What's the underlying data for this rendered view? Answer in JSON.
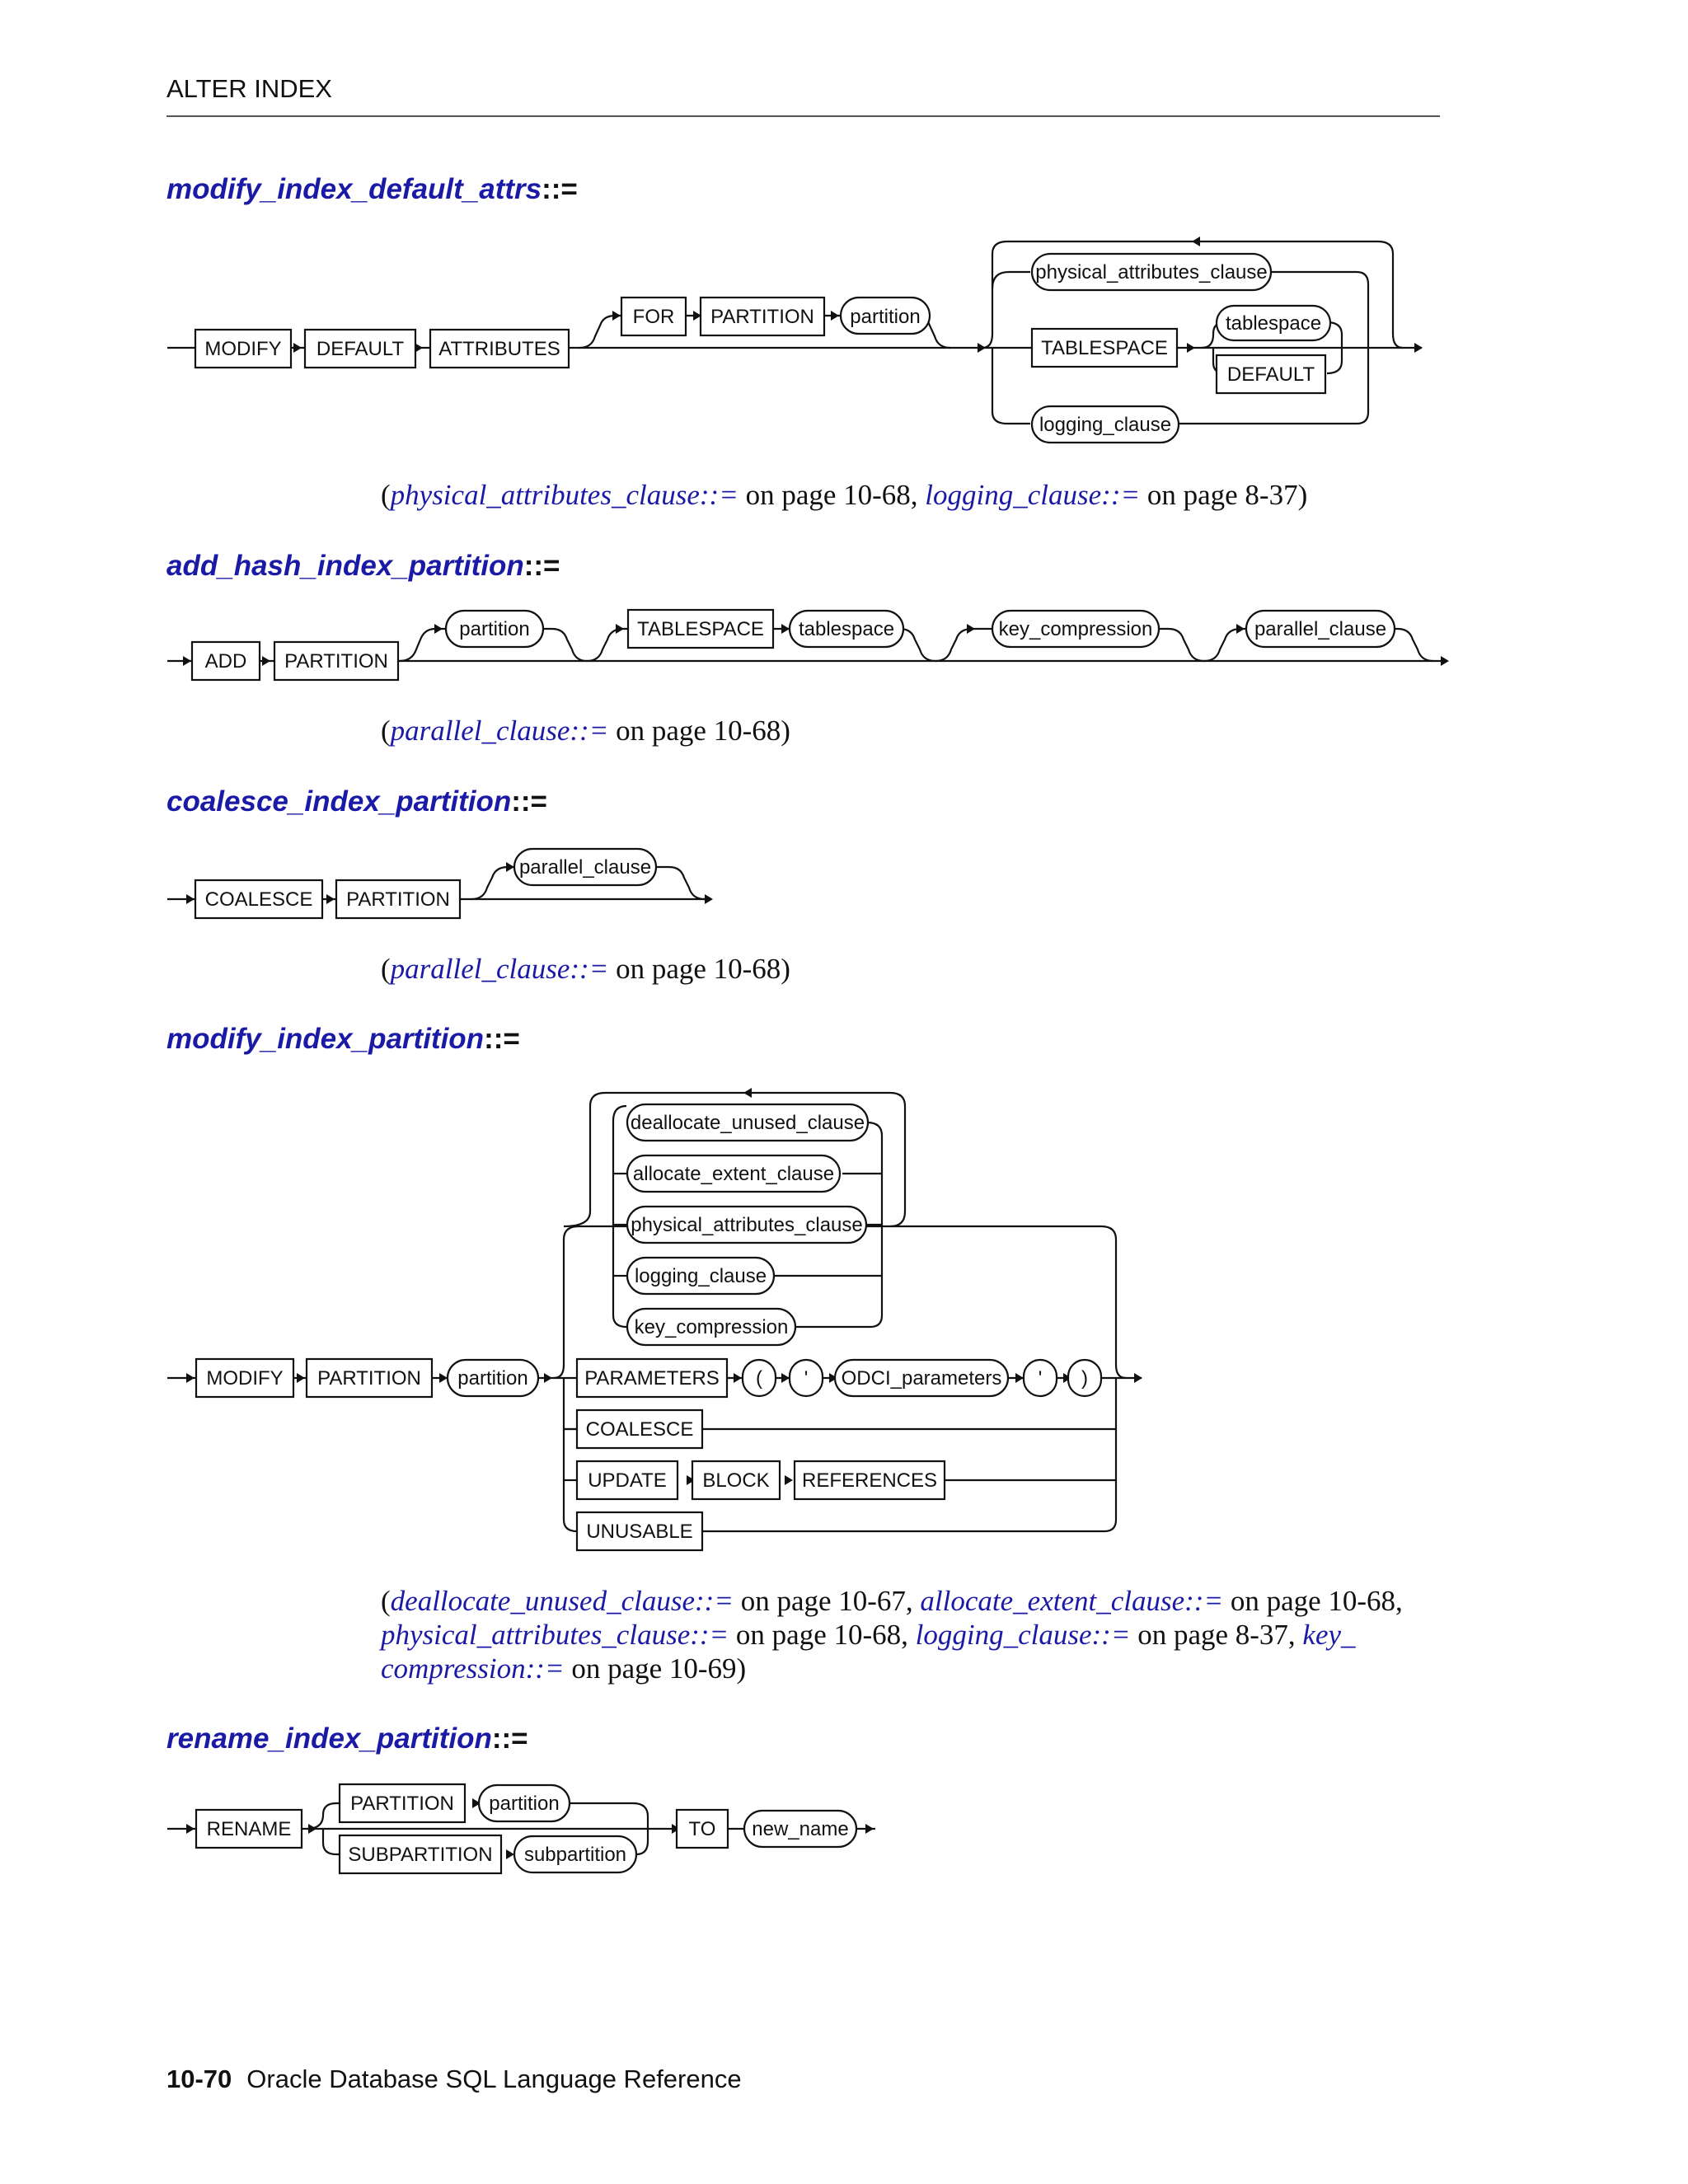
{
  "header": {
    "title": "ALTER INDEX"
  },
  "sections": {
    "s1": {
      "name": "modify_index_default_attrs",
      "op": "::="
    },
    "s2": {
      "name": "add_hash_index_partition",
      "op": "::="
    },
    "s3": {
      "name": "coalesce_index_partition",
      "op": "::="
    },
    "s4": {
      "name": "modify_index_partition",
      "op": "::="
    },
    "s5": {
      "name": "rename_index_partition",
      "op": "::="
    }
  },
  "diagrams": {
    "d1": {
      "modify": "MODIFY",
      "default": "DEFAULT",
      "attributes": "ATTRIBUTES",
      "for": "FOR",
      "partition_kw": "PARTITION",
      "partition": "partition",
      "physical_attributes_clause": "physical_attributes_clause",
      "tablespace_kw": "TABLESPACE",
      "tablespace": "tablespace",
      "default_kw": "DEFAULT",
      "logging_clause": "logging_clause"
    },
    "d2": {
      "add": "ADD",
      "partition_kw": "PARTITION",
      "partition": "partition",
      "tablespace_kw": "TABLESPACE",
      "tablespace": "tablespace",
      "key_compression": "key_compression",
      "parallel_clause": "parallel_clause"
    },
    "d3": {
      "coalesce": "COALESCE",
      "partition_kw": "PARTITION",
      "parallel_clause": "parallel_clause"
    },
    "d4": {
      "deallocate_unused_clause": "deallocate_unused_clause",
      "allocate_extent_clause": "allocate_extent_clause",
      "physical_attributes_clause": "physical_attributes_clause",
      "logging_clause": "logging_clause",
      "key_compression": "key_compression",
      "modify": "MODIFY",
      "partition_kw": "PARTITION",
      "partition": "partition",
      "parameters": "PARAMETERS",
      "lparen": "(",
      "quote1": "'",
      "odci_parameters": "ODCI_parameters",
      "quote2": "'",
      "rparen": ")",
      "coalesce": "COALESCE",
      "update": "UPDATE",
      "block": "BLOCK",
      "references": "REFERENCES",
      "unusable": "UNUSABLE"
    },
    "d5": {
      "rename": "RENAME",
      "partition_kw": "PARTITION",
      "partition": "partition",
      "subpartition_kw": "SUBPARTITION",
      "subpartition": "subpartition",
      "to": "TO",
      "new_name": "new_name"
    }
  },
  "notes": {
    "n1": {
      "open": "(",
      "link1": "physical_attributes_clause::=",
      "t1": " on page 10-68, ",
      "link2": "logging_clause::=",
      "t2": " on page 8-37)"
    },
    "n2": {
      "open": "(",
      "link1": "parallel_clause::=",
      "t1": " on page 10-68)"
    },
    "n3": {
      "open": "(",
      "link1": "parallel_clause::=",
      "t1": " on page 10-68)"
    },
    "n4": {
      "open": "(",
      "link1": "deallocate_unused_clause::=",
      "t1": " on page 10-67, ",
      "link2": "allocate_extent_clause::=",
      "t2": " on page 10-68,",
      "link3": "physical_attributes_clause::=",
      "t3": " on page 10-68, ",
      "link4": "logging_clause::=",
      "t4": " on page 8-37, ",
      "link5a": "key_",
      "link5b": "compression::=",
      "t5": " on page 10-69)"
    }
  },
  "footer": {
    "page": "10-70",
    "title": "Oracle Database SQL Language Reference"
  }
}
